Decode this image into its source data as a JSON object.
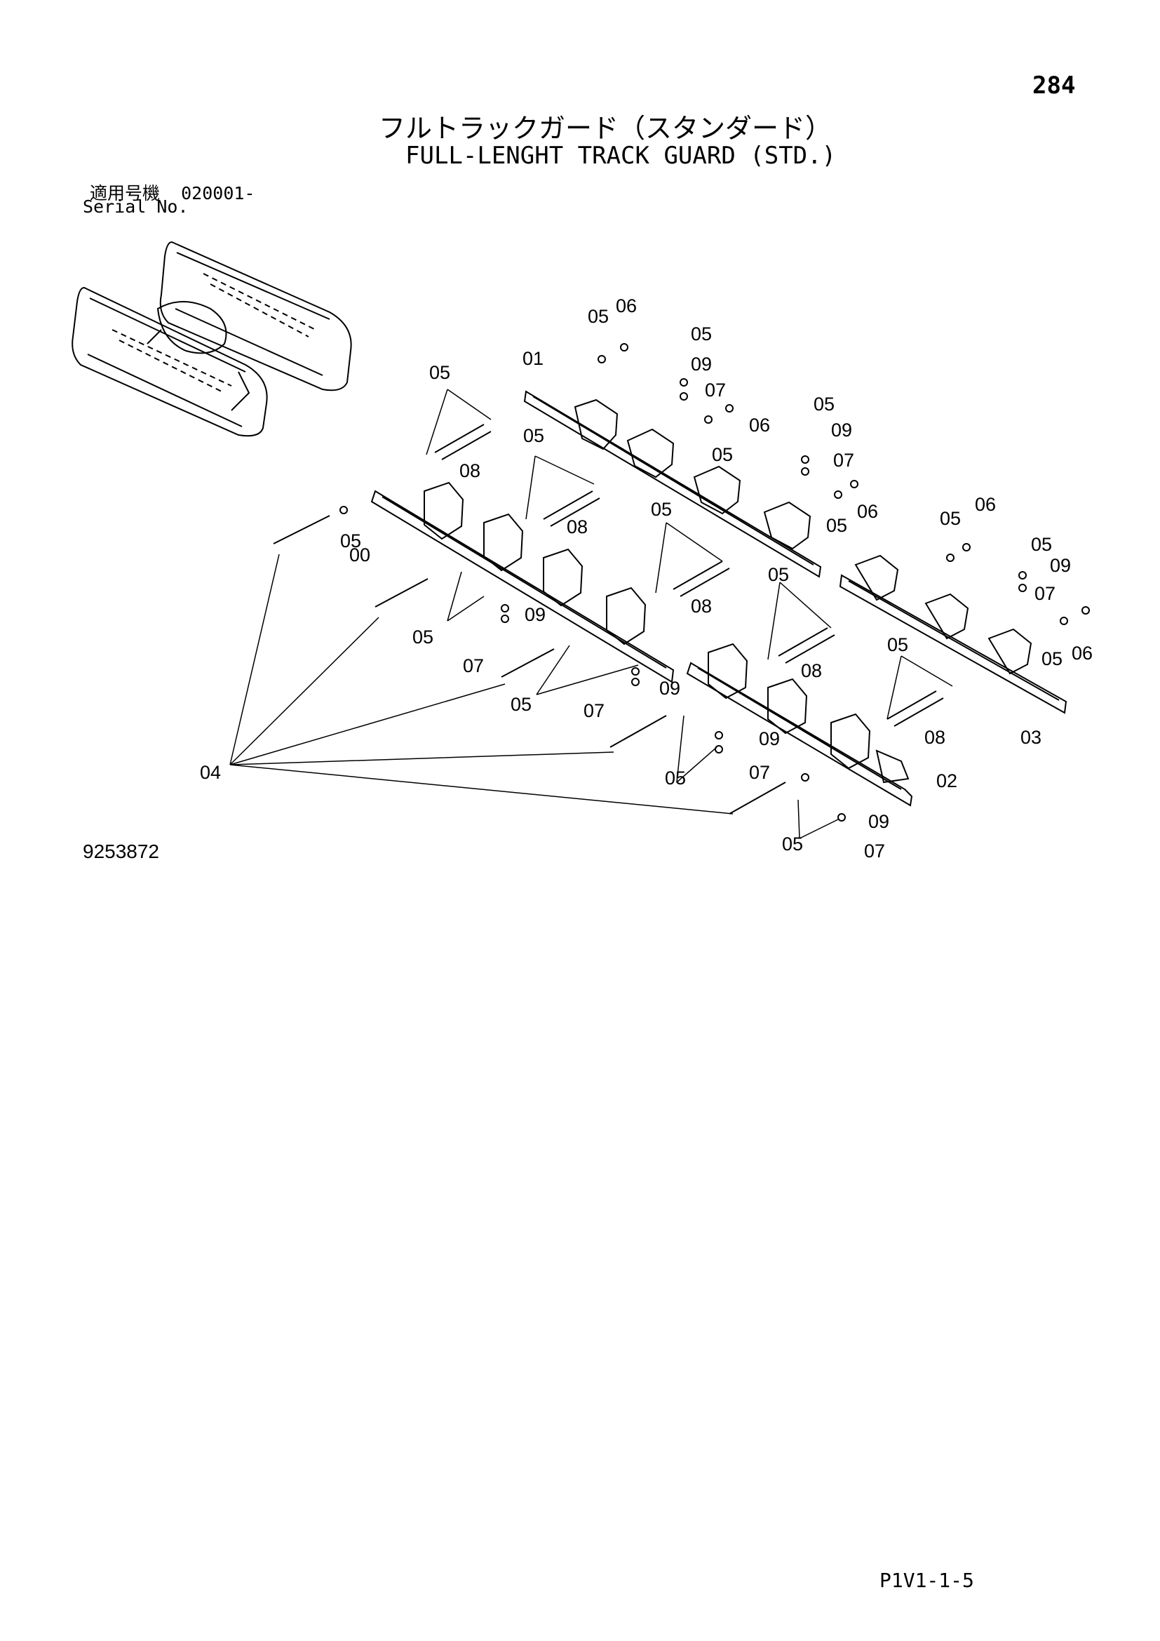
{
  "header": {
    "page_number": "284",
    "title_jp": "フルトラックガード（スタンダード）",
    "title_en": "FULL-LENGHT TRACK GUARD (STD.)",
    "serial_label_jp": "適用号機",
    "serial_value": "020001-",
    "serial_label_en": "Serial No."
  },
  "figure": {
    "figure_number": "9253872"
  },
  "footer": {
    "reference": "P1V1-1-5"
  },
  "callouts": [
    "00",
    "01",
    "02",
    "03",
    "04",
    "05",
    "06",
    "07",
    "08",
    "09"
  ]
}
